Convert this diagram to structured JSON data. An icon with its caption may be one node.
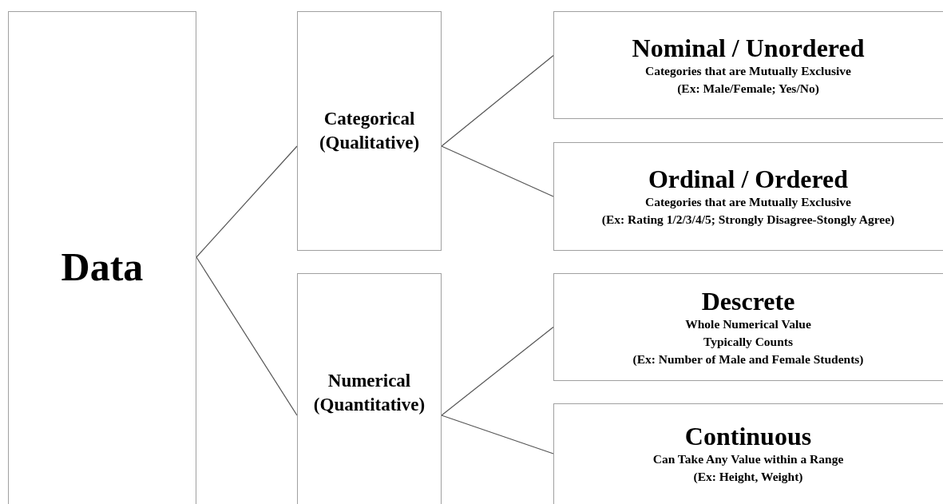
{
  "diagram": {
    "nodes": [
      {
        "text": [
          "Data"
        ]
      },
      {
        "text": [
          "Categorical (Qualitative)"
        ]
      },
      {
        "text": [
          "Numerical (Quantitative)"
        ]
      },
      {
        "text": [
          "Nominal / Unordered",
          "Categories that are Mutually Exclusive",
          "(Ex: Male/Female; Yes/No)"
        ]
      },
      {
        "text": [
          "Ordinal / Ordered",
          "Categories that are Mutually Exclusive",
          "(Ex: Rating 1/2/3/4/5; Strongly Disagree-Stongly Agree)"
        ]
      },
      {
        "text": [
          "Descrete",
          "Whole Numerical Value",
          "Typically Counts",
          "(Ex: Number of Male and Female Students)"
        ]
      },
      {
        "text": [
          "Continuous",
          "Can Take Any Value within a Range",
          "(Ex: Height, Weight)"
        ]
      }
    ],
    "edges": [
      {
        "from": 0,
        "to": 1,
        "arrow": "none"
      },
      {
        "from": 0,
        "to": 2,
        "arrow": "none"
      },
      {
        "from": 1,
        "to": 3,
        "arrow": "none"
      },
      {
        "from": 1,
        "to": 4,
        "arrow": "none"
      },
      {
        "from": 2,
        "to": 5,
        "arrow": "none"
      },
      {
        "from": 2,
        "to": 6,
        "arrow": "none"
      }
    ]
  }
}
